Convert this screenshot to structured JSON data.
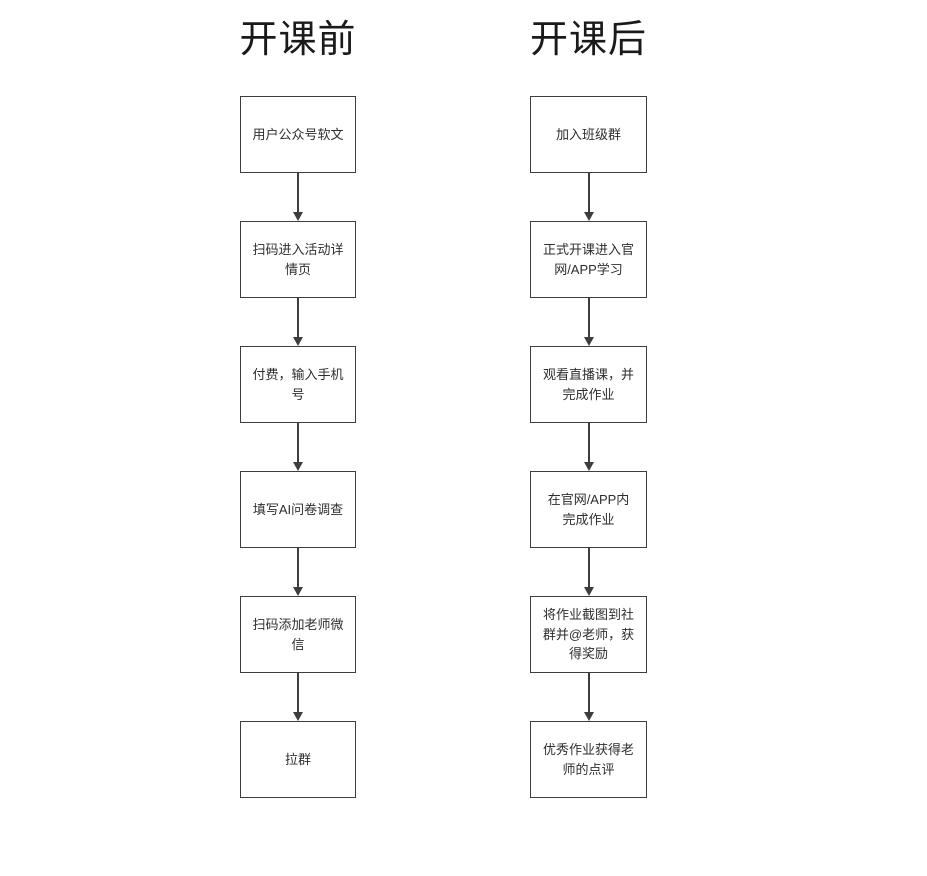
{
  "flowchart": {
    "columns": [
      {
        "title": "开课前",
        "steps": [
          "用户公众号软文",
          "扫码进入活动详情页",
          "付费，输入手机号",
          "填写AI问卷调查",
          "扫码添加老师微信",
          "拉群"
        ]
      },
      {
        "title": "开课后",
        "steps": [
          "加入班级群",
          "正式开课进入官网/APP学习",
          "观看直播课，并完成作业",
          "在官网/APP内完成作业",
          "将作业截图到社群并@老师，获得奖励",
          "优秀作业获得老师的点评"
        ]
      }
    ],
    "colors": {
      "background": "#ffffff",
      "box_fill": "#ffffff",
      "box_border": "#3d3d3d",
      "arrow": "#3d3d3d",
      "title_text": "#1a1a1a",
      "box_text": "#2e2e2e"
    }
  }
}
